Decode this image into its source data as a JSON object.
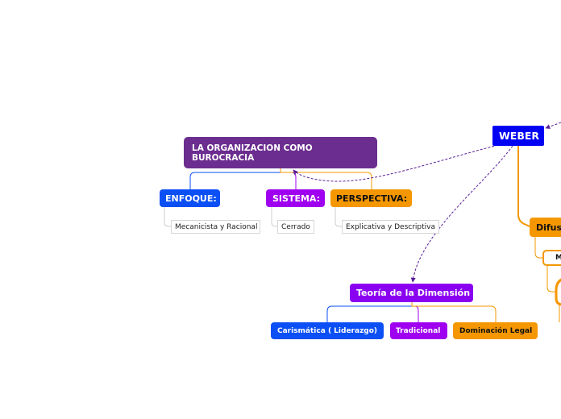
{
  "colors": {
    "root": "#6b2d8f",
    "blue": "#0b4ff5",
    "purple": "#a000f0",
    "orange": "#f59700",
    "weber_blue": "#0000f5",
    "dashed_link": "#5a1f99"
  },
  "map": {
    "root": {
      "label": "LA ORGANIZACION COMO BUROCRACIA"
    },
    "enfoque": {
      "label": "ENFOQUE:",
      "child": "Mecanicista y Racional"
    },
    "sistema": {
      "label": "SISTEMA:",
      "child": "Cerrado"
    },
    "perspectiva": {
      "label": "PERSPECTIVA:",
      "child": "Explicativa y Descriptiva"
    },
    "weber": {
      "label": "WEBER"
    },
    "difus": {
      "label": "Difus"
    },
    "m_node": {
      "label": "M"
    },
    "teoria": {
      "label": "Teoría de la Dimensión"
    },
    "carismatica": {
      "label": "Carismática ( Liderazgo)"
    },
    "tradicional": {
      "label": "Tradicional"
    },
    "legal": {
      "label": "Dominación Legal"
    }
  }
}
